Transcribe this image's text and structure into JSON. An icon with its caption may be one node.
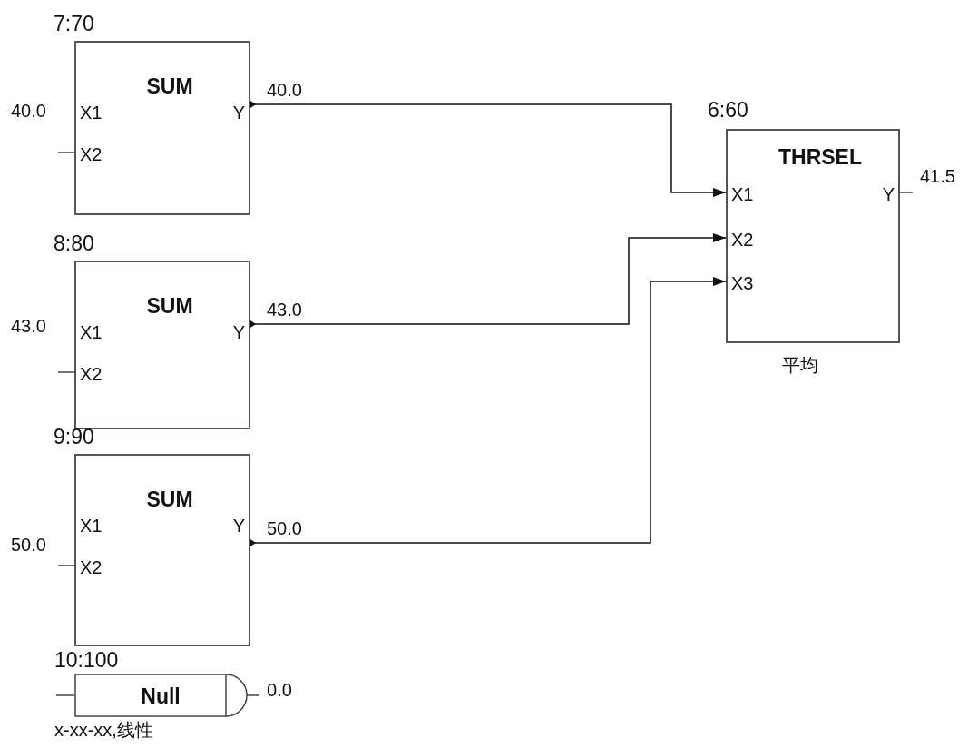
{
  "diagram": {
    "nodes": [
      {
        "text": [
          "7:70",
          "SUM",
          "X1",
          "X2",
          "Y"
        ],
        "beside": [
          "40.0"
        ]
      },
      {
        "text": [
          "8:80",
          "SUM",
          "X1",
          "X2",
          "Y"
        ],
        "beside": [
          "43.0"
        ]
      },
      {
        "text": [
          "9:90",
          "SUM",
          "X1",
          "X2",
          "Y"
        ],
        "beside": [
          "50.0"
        ]
      },
      {
        "text": [
          "6:60",
          "THRSEL",
          "X1",
          "X2",
          "X3",
          "Y"
        ],
        "beside": [
          "41.5",
          "平均"
        ]
      },
      {
        "text": [
          "10:100",
          "Null"
        ],
        "beside": [
          "0.0",
          "x-xx-xx,线性"
        ]
      }
    ],
    "edges": [
      {
        "from": 0,
        "to": 3,
        "arrow": "to",
        "label": "40.0"
      },
      {
        "from": 1,
        "to": 3,
        "arrow": "to",
        "label": "43.0"
      },
      {
        "from": 2,
        "to": 3,
        "arrow": "to",
        "label": "50.0"
      }
    ]
  }
}
